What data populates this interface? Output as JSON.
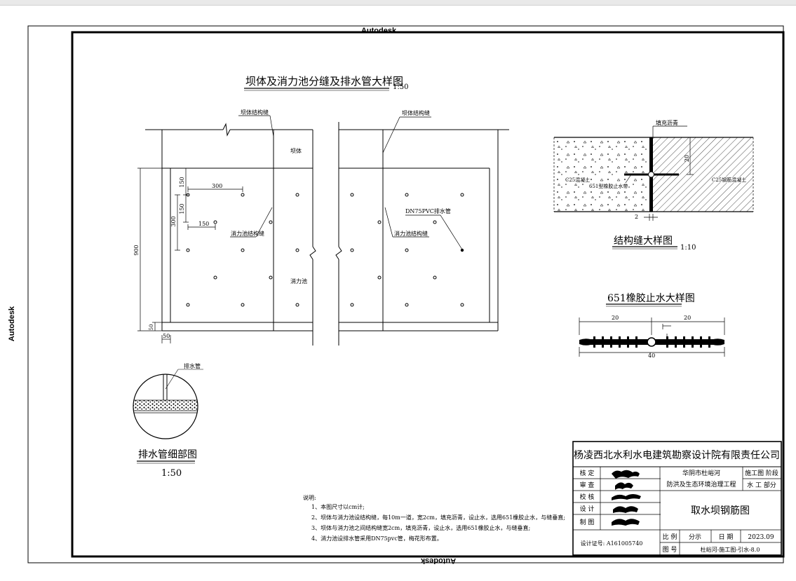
{
  "watermark": "Autodesk",
  "main_view": {
    "title": "坝体及消力池分缝及排水管大样图",
    "scale": "1:50"
  },
  "labels": {
    "dam_joint_left": "坝体结构缝",
    "dam_joint_right": "坝体结构缝",
    "dam_body": "坝体",
    "pool_joint_left": "消力池结构缝",
    "pool_joint_right": "消力池结构缝",
    "pool": "消力池",
    "pipe": "DN75PVC排水管",
    "drain_pipe": "排水管",
    "asphalt": "填充沥青",
    "c25_concrete": "C25混凝土",
    "c25_rc": "C25钢筋混凝土",
    "waterstop_651": "651型橡胶止水带"
  },
  "dims": {
    "d300a": "300",
    "d150a": "150",
    "d150b": "150",
    "d300b": "300",
    "d150c": "150",
    "d900": "900",
    "d50a": "50",
    "d50b": "50",
    "joint_20": "20",
    "joint_2": "2",
    "ws_20a": "20",
    "ws_20b": "20",
    "ws_40": "40"
  },
  "joint_detail": {
    "title": "结构缝大样图",
    "scale": "1:10"
  },
  "waterstop_detail": {
    "title": "651橡胶止水大样图"
  },
  "pipe_detail": {
    "title": "排水管细部图",
    "scale": "1:50"
  },
  "notes": {
    "heading": "说明:",
    "items": [
      "1、本图尺寸以cm计;",
      "2、坝体与消力池设结构缝，每10m一道，宽2cm，填充沥青，设止水，选用651橡胶止水，与缝垂直;",
      "3、坝体与消力池之间结构缝宽2cm，填充沥青，设止水，选用651橡胶止水，与缝垂直;",
      "4、消力池设排水管采用DN75pvc管，梅花形布置。"
    ]
  },
  "title_block": {
    "company": "杨凌西北水利水电建筑勘察设计院有限责任公司",
    "roles": [
      "核 定",
      "审 查",
      "校 核",
      "设 计",
      "制 图"
    ],
    "project_line1": "华阴市杜峪河",
    "project_line2": "防洪及生态环境治理工程",
    "stage": "施工图 阶段",
    "dept": "水 工 部分",
    "drawing_title": "取水坝钢筋图",
    "cert": "设计证号: A161005740",
    "scale_label": "比 例",
    "scale_value": "分示",
    "date_label": "日 期",
    "date_value": "2023.09",
    "no_label": "图 号",
    "no_value": "杜峪河-施工图-引水-8.0"
  }
}
